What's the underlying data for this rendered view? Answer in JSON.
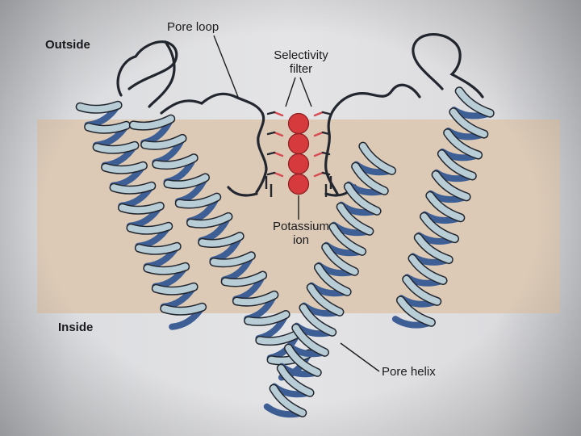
{
  "labels": {
    "outside": "Outside",
    "inside": "Inside",
    "pore_loop": "Pore loop",
    "selectivity_filter_line1": "Selectivity",
    "selectivity_filter_line2": "filter",
    "potassium_line1": "Potassium",
    "potassium_line2": "ion",
    "pore_helix": "Pore helix"
  },
  "ions": {
    "count": 4
  },
  "colors": {
    "helix_light": "#b9cdd6",
    "helix_dark": "#3e5f96",
    "ion": "#d63a3c",
    "membrane": "#dccab7",
    "outline": "#22262e"
  }
}
